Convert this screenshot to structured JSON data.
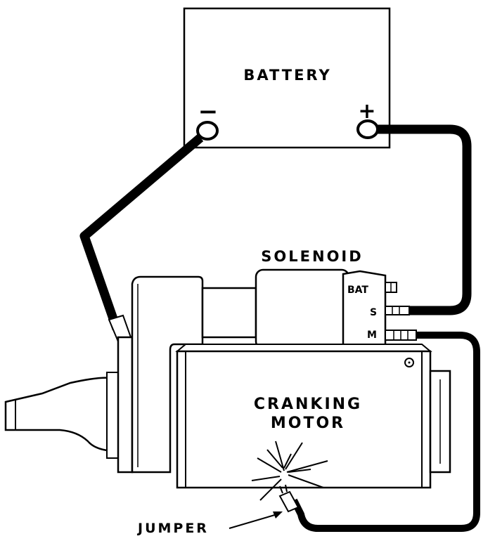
{
  "diagram": {
    "labels": {
      "battery": "BATTERY",
      "negative": "−",
      "positive": "+",
      "solenoid": "SOLENOID",
      "term_bat": "BAT",
      "term_s": "S",
      "term_m": "M",
      "cranking": "CRANKING",
      "motor": "MOTOR",
      "jumper": "JUMPER"
    },
    "colors": {
      "ink": "#000000",
      "paper": "#ffffff"
    }
  }
}
